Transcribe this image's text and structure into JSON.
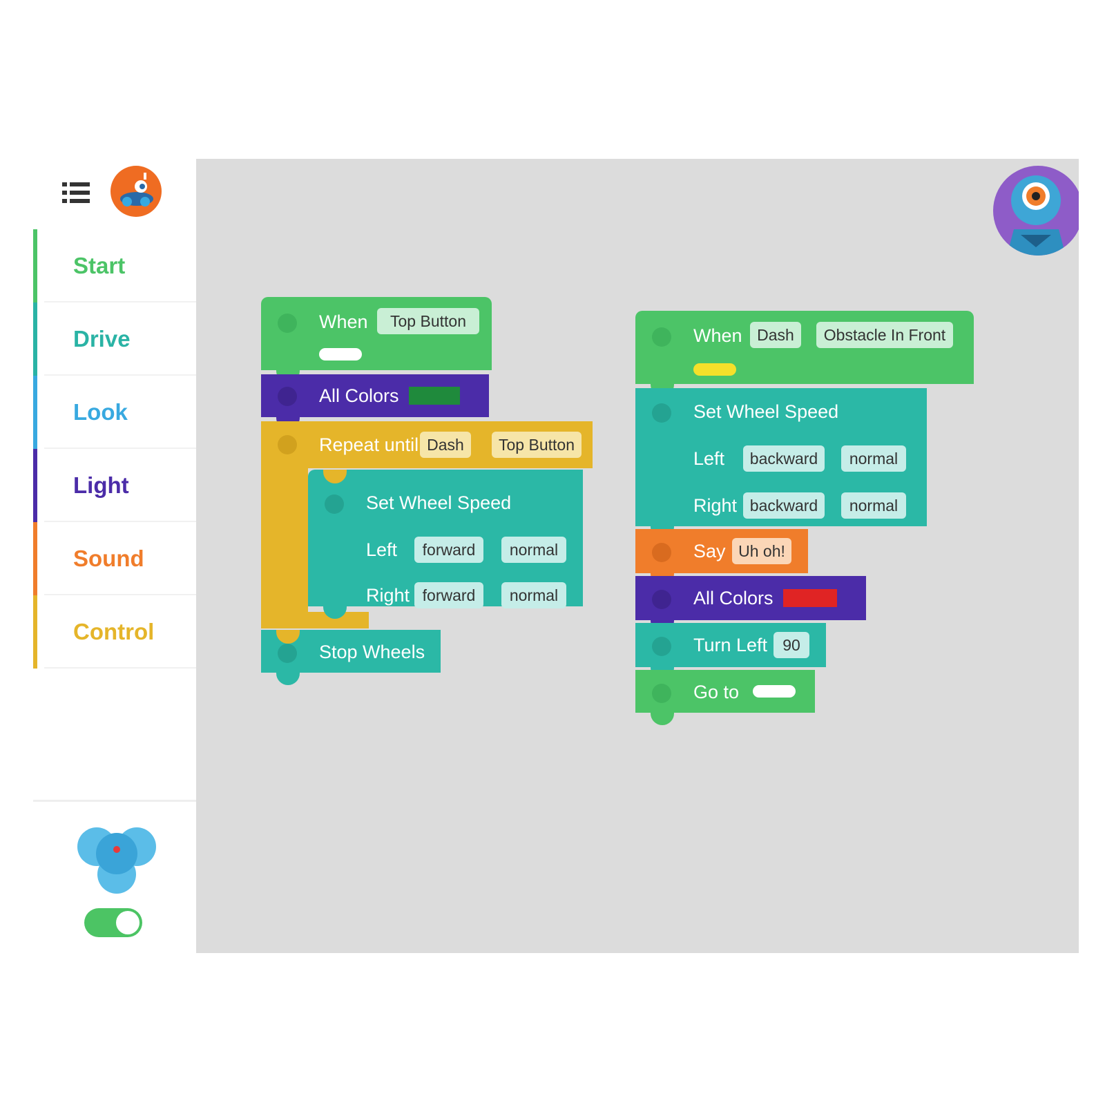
{
  "sidebar": {
    "categories": [
      {
        "label": "Start",
        "color": "#4cc467"
      },
      {
        "label": "Drive",
        "color": "#2ab3a5"
      },
      {
        "label": "Look",
        "color": "#38a9e0"
      },
      {
        "label": "Light",
        "color": "#4b2ca8"
      },
      {
        "label": "Sound",
        "color": "#f07d2b"
      },
      {
        "label": "Control",
        "color": "#e5b52a"
      }
    ],
    "robot_icon": "dash-robot-orange-icon",
    "menu_icon": "list-menu-icon",
    "toggle_on": true
  },
  "program1": {
    "when_label": "When",
    "when_trigger": "Top Button",
    "when_color_pill": "#ffffff",
    "all_colors_label": "All Colors",
    "all_colors_value": "#1f8a3c",
    "repeat_label": "Repeat until",
    "repeat_robot": "Dash",
    "repeat_event": "Top Button",
    "wheel_label": "Set Wheel Speed",
    "left_label": "Left",
    "left_dir": "forward",
    "left_speed": "normal",
    "right_label": "Right",
    "right_dir": "forward",
    "right_speed": "normal",
    "stop_label": "Stop Wheels"
  },
  "program2": {
    "when_label": "When",
    "when_robot": "Dash",
    "when_event": "Obstacle In Front",
    "when_color_pill": "#f5e02a",
    "wheel_label": "Set Wheel Speed",
    "left_label": "Left",
    "left_dir": "backward",
    "left_speed": "normal",
    "right_label": "Right",
    "right_dir": "backward",
    "right_speed": "normal",
    "say_label": "Say",
    "say_value": "Uh oh!",
    "all_colors_label": "All Colors",
    "all_colors_value": "#e02424",
    "turn_label": "Turn Left",
    "turn_value": "90",
    "goto_label": "Go to",
    "goto_value": "#ffffff"
  }
}
